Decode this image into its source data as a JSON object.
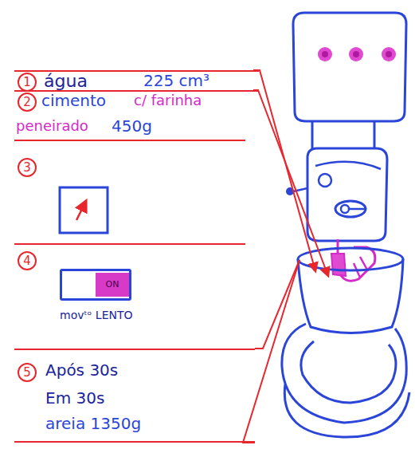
{
  "diagram": {
    "nodes": [
      {
        "text": [
          "1",
          "água",
          "225 cm³"
        ]
      },
      {
        "text": [
          "2",
          "cimento",
          "c/ farinha",
          "peneirado",
          "450g"
        ]
      },
      {
        "text": [
          "3"
        ]
      },
      {
        "text": [
          "4",
          "movᵗᵒ LENTO"
        ]
      },
      {
        "text": [
          "ON"
        ],
        "in": 3
      },
      {
        "text": [
          "5",
          "Após 30s",
          "Em 30s",
          "areia 1350g"
        ]
      }
    ]
  }
}
